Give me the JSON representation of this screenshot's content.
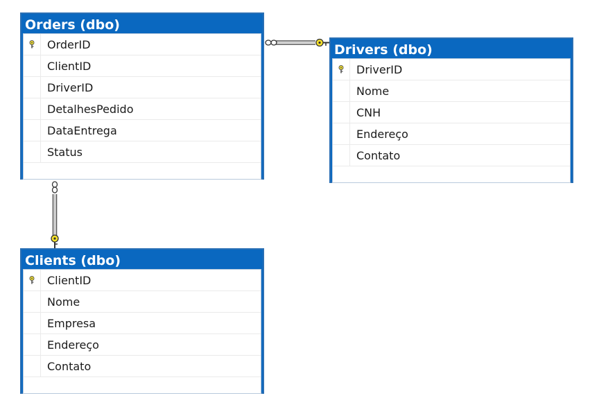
{
  "colors": {
    "title_bar": "#0a68c0",
    "key_fill": "#f5e12a",
    "connector": "#555555"
  },
  "tables": {
    "orders": {
      "title": "Orders (dbo)",
      "columns": [
        {
          "name": "OrderID",
          "primary_key": true
        },
        {
          "name": "ClientID",
          "primary_key": false
        },
        {
          "name": "DriverID",
          "primary_key": false
        },
        {
          "name": "DetalhesPedido",
          "primary_key": false
        },
        {
          "name": "DataEntrega",
          "primary_key": false
        },
        {
          "name": "Status",
          "primary_key": false
        }
      ]
    },
    "drivers": {
      "title": "Drivers (dbo)",
      "columns": [
        {
          "name": "DriverID",
          "primary_key": true
        },
        {
          "name": "Nome",
          "primary_key": false
        },
        {
          "name": "CNH",
          "primary_key": false
        },
        {
          "name": "Endereço",
          "primary_key": false
        },
        {
          "name": "Contato",
          "primary_key": false
        }
      ]
    },
    "clients": {
      "title": "Clients (dbo)",
      "columns": [
        {
          "name": "ClientID",
          "primary_key": true
        },
        {
          "name": "Nome",
          "primary_key": false
        },
        {
          "name": "Empresa",
          "primary_key": false
        },
        {
          "name": "Endereço",
          "primary_key": false
        },
        {
          "name": "Contato",
          "primary_key": false
        }
      ]
    }
  },
  "relationships": [
    {
      "from": "orders",
      "to": "drivers",
      "many_end": "orders",
      "one_end": "drivers"
    },
    {
      "from": "orders",
      "to": "clients",
      "many_end": "orders",
      "one_end": "clients"
    }
  ]
}
